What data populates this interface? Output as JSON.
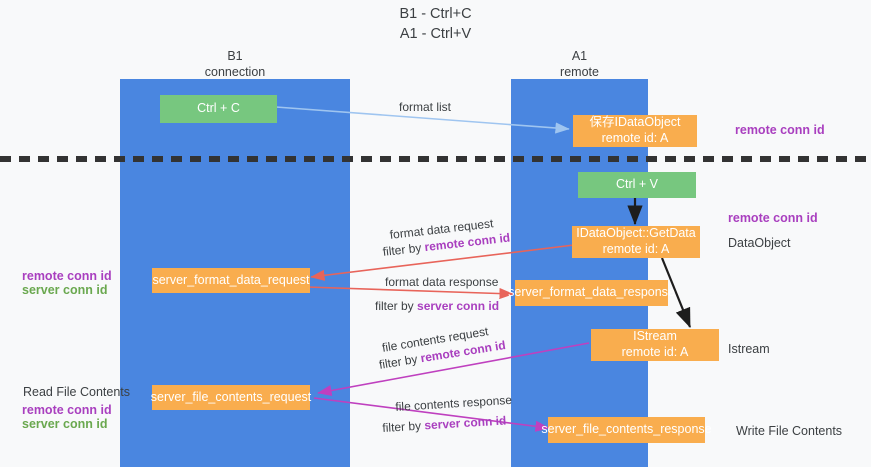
{
  "title": {
    "line1": "B1 - Ctrl+C",
    "line2": "A1 - Ctrl+V"
  },
  "columns": [
    {
      "name": "B1",
      "sub": "connection",
      "color": "#4a86e0"
    },
    {
      "name": "A1",
      "sub": "remote",
      "color": "#4a86e0"
    }
  ],
  "nodes": {
    "ctrl_c": {
      "label": "Ctrl + C",
      "color": "#77c77f"
    },
    "ctrl_v": {
      "label": "Ctrl + V",
      "color": "#77c77f"
    },
    "save_dataobject": {
      "line1": "保存IDataObject",
      "line2": "remote id: A",
      "color": "#f9ad4e"
    },
    "getdata": {
      "line1": "IDataObject::GetData",
      "line2": "remote id: A",
      "color": "#f9ad4e"
    },
    "istream": {
      "line1": "IStream",
      "line2": "remote id: A",
      "color": "#f9ad4e"
    },
    "server_format_data_request": {
      "label": "server_format_data_request",
      "color": "#f9ad4e"
    },
    "server_format_data_response": {
      "label": "server_format_data_response",
      "color": "#f9ad4e"
    },
    "server_file_contents_request": {
      "label": "server_file_contents_request",
      "color": "#f9ad4e"
    },
    "server_file_contents_response": {
      "label": "server_file_contents_response",
      "color": "#f9ad4e"
    }
  },
  "edges": {
    "format_list": {
      "label": "format list",
      "color": "#9fc5f0"
    },
    "format_data_request": {
      "line1": "format data request",
      "prefix2": "filter by ",
      "key2": "remote conn id",
      "color": "#e8645a"
    },
    "format_data_response": {
      "line1": "format data response",
      "prefix2": "filter by ",
      "key2": "server conn id",
      "color": "#e8645a"
    },
    "file_contents_request": {
      "line1": "file contents request",
      "prefix2": "filter by ",
      "key2": "remote conn id",
      "color": "#bf40bf"
    },
    "file_contents_response": {
      "line1": "file contents response",
      "prefix2": "filter by ",
      "key2": "server conn id",
      "color": "#bf40bf"
    }
  },
  "annotations": {
    "right_remote_conn_id_1": "remote conn id",
    "right_remote_conn_id_2": "remote conn id",
    "right_dataobject": "DataObject",
    "right_istream": "Istream",
    "right_write_file_contents": "Write File Contents",
    "left_remote_conn_id_1": "remote conn id",
    "left_server_conn_id_1": "server conn id",
    "left_read_file_contents": "Read File Contents",
    "left_remote_conn_id_2": "remote conn id",
    "left_server_conn_id_2": "server conn id"
  },
  "colors": {
    "lane": "#4a86e0",
    "green": "#77c77f",
    "orange": "#f9ad4e",
    "purple": "#a93fbf",
    "green_text": "#6aa84f",
    "red_arrow": "#e8645a",
    "magenta_arrow": "#bf40bf",
    "light_blue_arrow": "#9fc5f0",
    "background": "#f8f9fa"
  }
}
